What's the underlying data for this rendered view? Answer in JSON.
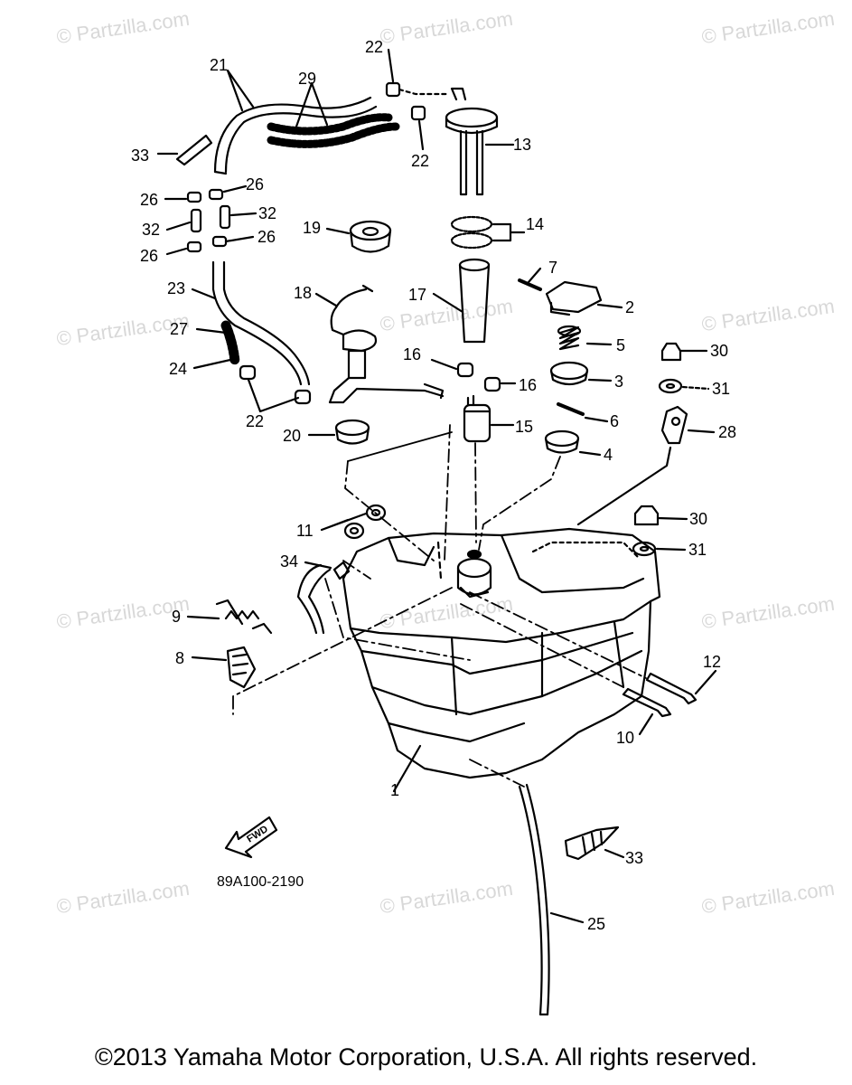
{
  "watermark": "© Partzilla.com",
  "diagram_code": "89A100-2190",
  "fwd_label": "FWD",
  "copyright": "©2013  Yamaha Motor Corporation, U.S.A. All rights reserved.",
  "callouts": [
    "1",
    "2",
    "3",
    "4",
    "5",
    "6",
    "7",
    "8",
    "9",
    "10",
    "11",
    "12",
    "13",
    "14",
    "15",
    "16",
    "17",
    "18",
    "19",
    "20",
    "21",
    "22",
    "23",
    "24",
    "25",
    "26",
    "27",
    "28",
    "29",
    "30",
    "31",
    "32",
    "33",
    "34"
  ],
  "callout_list": [
    {
      "id": "c22a",
      "num": "22"
    },
    {
      "id": "c21",
      "num": "21"
    },
    {
      "id": "c29",
      "num": "29"
    },
    {
      "id": "c13",
      "num": "13"
    },
    {
      "id": "c33a",
      "num": "33"
    },
    {
      "id": "c22b",
      "num": "22"
    },
    {
      "id": "c26a",
      "num": "26"
    },
    {
      "id": "c26b",
      "num": "26"
    },
    {
      "id": "c32a",
      "num": "32"
    },
    {
      "id": "c32b",
      "num": "32"
    },
    {
      "id": "c26c",
      "num": "26"
    },
    {
      "id": "c26d",
      "num": "26"
    },
    {
      "id": "c19",
      "num": "19"
    },
    {
      "id": "c14",
      "num": "14"
    },
    {
      "id": "c7",
      "num": "7"
    },
    {
      "id": "c23",
      "num": "23"
    },
    {
      "id": "c18",
      "num": "18"
    },
    {
      "id": "c17",
      "num": "17"
    },
    {
      "id": "c2",
      "num": "2"
    },
    {
      "id": "c27",
      "num": "27"
    },
    {
      "id": "c5",
      "num": "5"
    },
    {
      "id": "c30a",
      "num": "30"
    },
    {
      "id": "c16a",
      "num": "16"
    },
    {
      "id": "c24",
      "num": "24"
    },
    {
      "id": "c3",
      "num": "3"
    },
    {
      "id": "c31a",
      "num": "31"
    },
    {
      "id": "c16b",
      "num": "16"
    },
    {
      "id": "c22c",
      "num": "22"
    },
    {
      "id": "c6",
      "num": "6"
    },
    {
      "id": "c15",
      "num": "15"
    },
    {
      "id": "c28",
      "num": "28"
    },
    {
      "id": "c20",
      "num": "20"
    },
    {
      "id": "c4",
      "num": "4"
    },
    {
      "id": "c11",
      "num": "11"
    },
    {
      "id": "c30b",
      "num": "30"
    },
    {
      "id": "c31b",
      "num": "31"
    },
    {
      "id": "c34",
      "num": "34"
    },
    {
      "id": "c9",
      "num": "9"
    },
    {
      "id": "c12",
      "num": "12"
    },
    {
      "id": "c8",
      "num": "8"
    },
    {
      "id": "c10",
      "num": "10"
    },
    {
      "id": "c1",
      "num": "1"
    },
    {
      "id": "c33b",
      "num": "33"
    },
    {
      "id": "c25",
      "num": "25"
    }
  ]
}
